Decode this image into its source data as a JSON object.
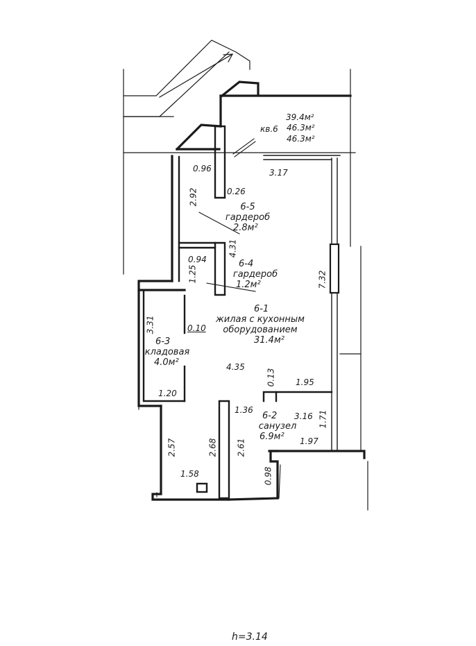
{
  "apartment": {
    "label": "кв.6",
    "areas": [
      "39.4м²",
      "46.3м²",
      "46.3м²"
    ]
  },
  "rooms": [
    {
      "code": "6-5",
      "name": "гардероб",
      "area": "2.8м²"
    },
    {
      "code": "6-4",
      "name": "гардероб",
      "area": "1.2м²"
    },
    {
      "code": "6-1",
      "name": "жилая с кухонным оборудованием",
      "name_line1": "жилая с кухонным",
      "name_line2": "оборудованием",
      "area": "31.4м²"
    },
    {
      "code": "6-3",
      "name": "кладовая",
      "area": "4.0м²"
    },
    {
      "code": "6-2",
      "name": "санузел",
      "area": "6.9м²"
    }
  ],
  "dimensions": {
    "d096": "0.96",
    "d317": "3.17",
    "d026": "0.26",
    "d292": "2.92",
    "d094": "0.94",
    "d431": "4.31",
    "d125": "1.25",
    "d732": "7.32",
    "d331": "3.31",
    "d010": "0.10",
    "d435": "4.35",
    "d013": "0.13",
    "d195": "1.95",
    "d120": "1.20",
    "d136": "1.36",
    "d316": "3.16",
    "d171": "1.71",
    "d257": "2.57",
    "d268": "2.68",
    "d261": "2.61",
    "d197": "1.97",
    "d158": "1.58",
    "d098": "0.98"
  },
  "ceiling_height": "h=3.14",
  "colors": {
    "ink": "#1a1a1a",
    "paper": "#ffffff"
  }
}
